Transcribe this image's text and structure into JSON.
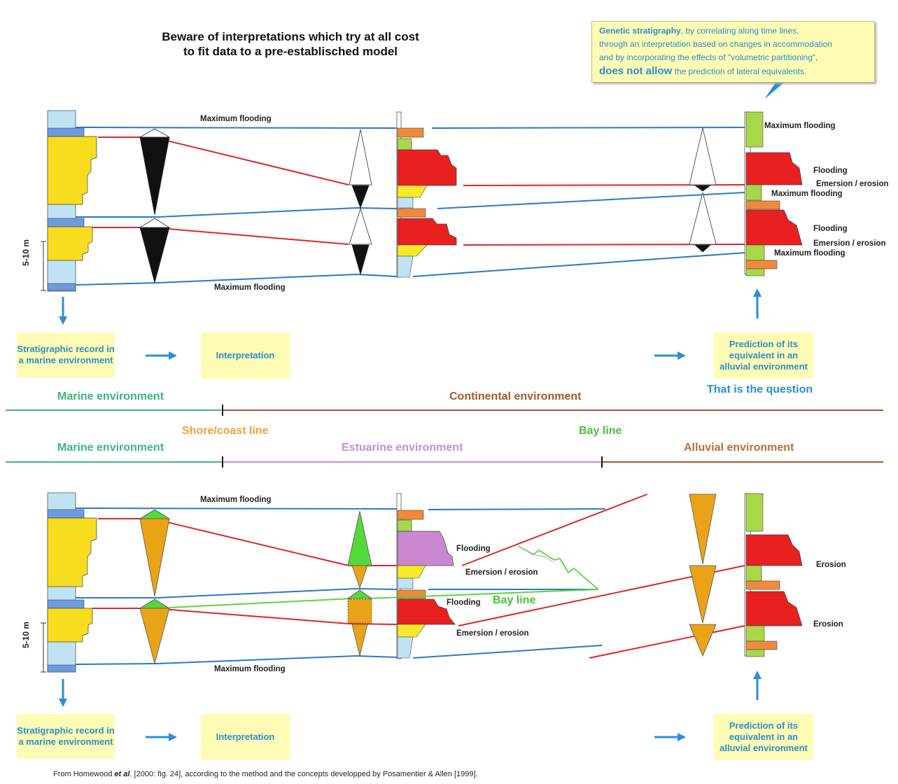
{
  "title": "Beware of interpretations which try at all cost\nto fit data to a pre-establisched model",
  "callout": {
    "part1": "Genetic stratigraphy",
    "part2": ", by correlating along time lines,",
    "line2": "through an interpretation based on changes in accommodation",
    "line3": "and by incorporating the effects of \"volumetric partitioning\",",
    "bold": "does not allow",
    "tail": " the prediction of lateral equivalents."
  },
  "top": {
    "labels": {
      "max_flooding_top": "Maximum flooding",
      "max_flooding_bottom": "Maximum flooding",
      "r_max_flooding_1": "Maximum flooding",
      "r_flooding_1": "Flooding",
      "r_emersion_1": "Emersion / erosion",
      "r_max_flooding_2": "Maximum flooding",
      "r_flooding_2": "Flooding",
      "r_emersion_2": "Emersion / erosion",
      "r_max_flooding_3": "Maximum flooding"
    },
    "boxes": {
      "record": "Stratigraphic record in a marine environment",
      "interp": "Interpretation",
      "predict": "Prediction of its equivalent in an alluvial environment"
    },
    "question": "That is the question",
    "scale": "5-10 m"
  },
  "divider": {
    "marine1": "Marine environment",
    "continental": "Continental environment",
    "shore": "Shore/coast line",
    "bay": "Bay line",
    "marine2": "Marine environment",
    "estuarine": "Estuarine environment",
    "alluvial": "Alluvial environment"
  },
  "bottom": {
    "labels": {
      "max_flooding_top": "Maximum flooding",
      "max_flooding_bottom": "Maximum flooding",
      "flooding_1": "Flooding",
      "emersion_1": "Emersion / erosion",
      "flooding_2": "Flooding",
      "bay_line": "Bay line",
      "emersion_2": "Emersion / erosion",
      "erosion_1": "Erosion",
      "erosion_2": "Erosion"
    },
    "boxes": {
      "record": "Stratigraphic record in a marine environment",
      "interp": "Interpretation",
      "predict": "Prediction of its equivalent in an alluvial environment"
    },
    "scale": "5-10 m"
  },
  "credit": {
    "pre": "From Homewood ",
    "etal": "et al",
    "post": ". [2000: fig. 24], according to the method and the concepts developped by Posamentier & Allen [1999]."
  },
  "colors": {
    "blue_line": "#2a78c8",
    "red_line": "#e0262a",
    "green_line": "#55d83a",
    "marine_text": "#3cb87a",
    "continental_text": "#a8572a",
    "shore_text": "#f0a23a",
    "bay_text": "#48c23a",
    "estuarine_text": "#c98bd6",
    "alluvial_text": "#b5703a",
    "callout_text": "#2a8fcf",
    "box_bg": "#fdfbb4",
    "orange_triangle": "#e9a317"
  }
}
